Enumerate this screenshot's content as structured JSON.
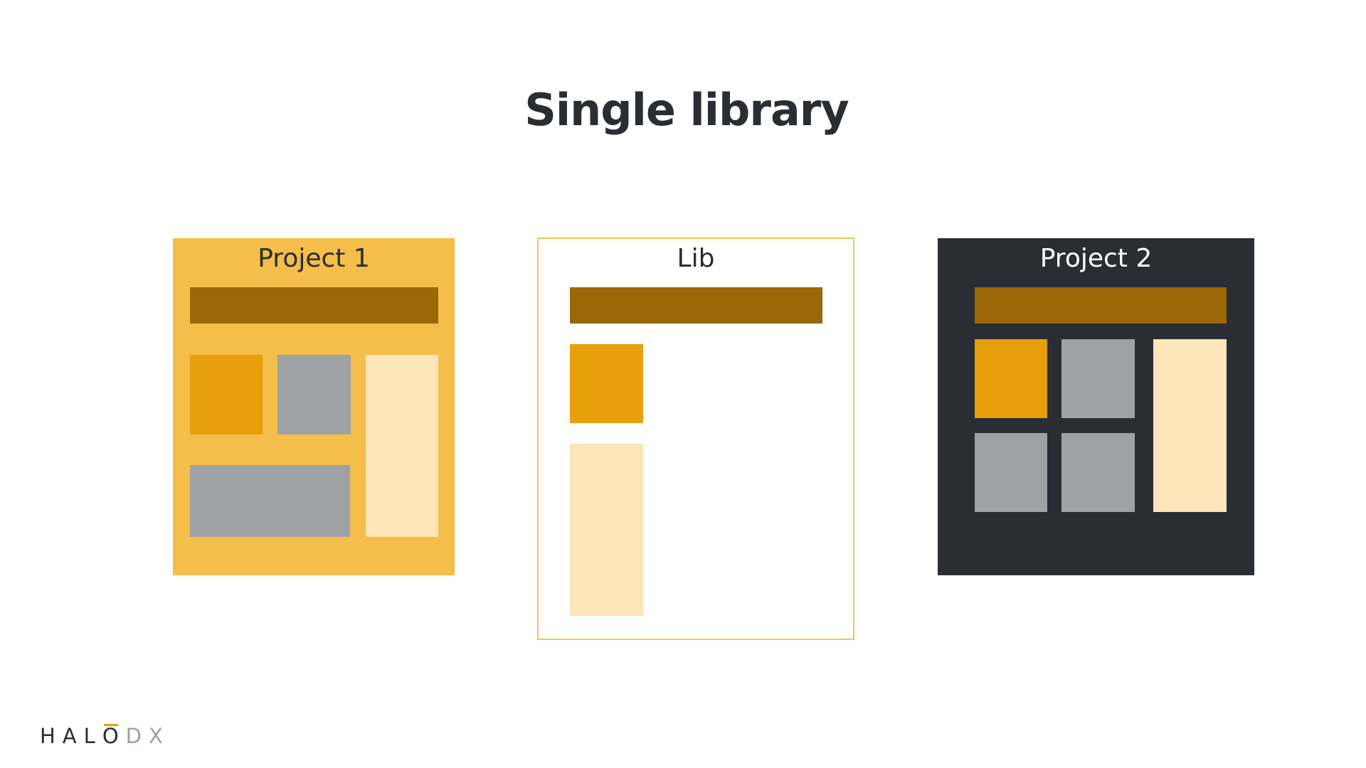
{
  "slide": {
    "title": "Single library"
  },
  "panels": {
    "project1": {
      "label": "Project 1"
    },
    "lib": {
      "label": "Lib"
    },
    "project2": {
      "label": "Project 2"
    }
  },
  "logo": {
    "part1": "HAL",
    "part2": "O",
    "part3": "DX"
  },
  "colors": {
    "title": "#2a2d33",
    "project1_bg": "#f5bd4a",
    "project2_bg": "#2a2d33",
    "lib_border": "#f5c35a",
    "bar_dark_gold": "#9b6707",
    "tile_orange": "#e89f0c",
    "tile_gray": "#9fa2a4",
    "tile_cream": "#fce5b8",
    "logo_dark": "#2a2d33",
    "logo_light": "#9aa0a8",
    "logo_macron": "#e89f0c"
  }
}
